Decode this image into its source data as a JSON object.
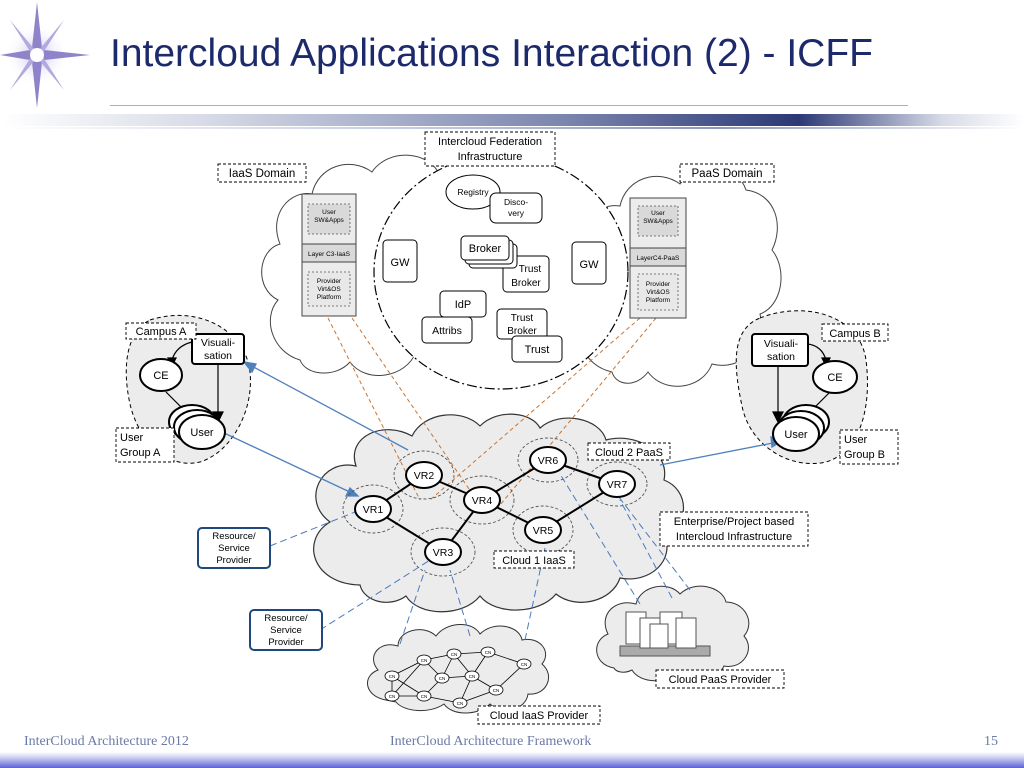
{
  "slide": {
    "title": "Intercloud Applications Interaction (2) - ICFF",
    "footer_left": "InterCloud Architecture 2012",
    "footer_center": "InterCloud Architecture Framework",
    "page_number": "15"
  },
  "labels": {
    "icff_line1": "Intercloud Federation",
    "icff_line2": "Infrastructure",
    "iaas_domain": "IaaS Domain",
    "paas_domain": "PaaS Domain",
    "campus_a": "Campus A",
    "campus_b": "Campus B",
    "user_group_a_1": "User",
    "user_group_a_2": "Group A",
    "user_group_b_1": "User",
    "user_group_b_2": "Group B",
    "cloud2_paas": "Cloud 2 PaaS",
    "cloud1_iaas": "Cloud 1 IaaS",
    "enterprise_1": "Enterprise/Project based",
    "enterprise_2": "Intercloud Infrastructure",
    "cloud_paas_provider": "Cloud PaaS Provider",
    "cloud_iaas_provider": "Cloud IaaS Provider",
    "rsp1_1": "Resource/",
    "rsp1_2": "Service",
    "rsp1_3": "Provider",
    "rsp2_1": "Resource/",
    "rsp2_2": "Service",
    "rsp2_3": "Provider"
  },
  "icff": {
    "registry": "Registry",
    "disco_1": "Disco-",
    "disco_2": "very",
    "broker": "Broker",
    "trust_broker_back_1": "Trust",
    "trust_broker_back_2": "Broker",
    "idp": "IdP",
    "attribs": "Attribs",
    "trust_broker_1": "Trust",
    "trust_broker_2": "Broker",
    "trust": "Trust",
    "gw_left": "GW",
    "gw_right": "GW"
  },
  "stacks": {
    "iaas_user_1": "User",
    "iaas_user_2": "SW&Apps",
    "iaas_layer": "Layer C3-IaaS",
    "iaas_prov_1": "Provider",
    "iaas_prov_2": "Virt&OS",
    "iaas_prov_3": "Platform",
    "paas_user_1": "User",
    "paas_user_2": "SW&Apps",
    "paas_layer": "LayerC4-PaaS",
    "paas_prov_1": "Provider",
    "paas_prov_2": "Virt&OS",
    "paas_prov_3": "Platform"
  },
  "campus_nodes": {
    "vis_a_1": "Visuali-",
    "vis_a_2": "sation",
    "ce_a": "CE",
    "user_a": "User",
    "vis_b_1": "Visuali-",
    "vis_b_2": "sation",
    "ce_b": "CE",
    "user_b": "User"
  },
  "routers": {
    "vr1": "VR1",
    "vr2": "VR2",
    "vr3": "VR3",
    "vr4": "VR4",
    "vr5": "VR5",
    "vr6": "VR6",
    "vr7": "VR7"
  },
  "cn": "CN"
}
